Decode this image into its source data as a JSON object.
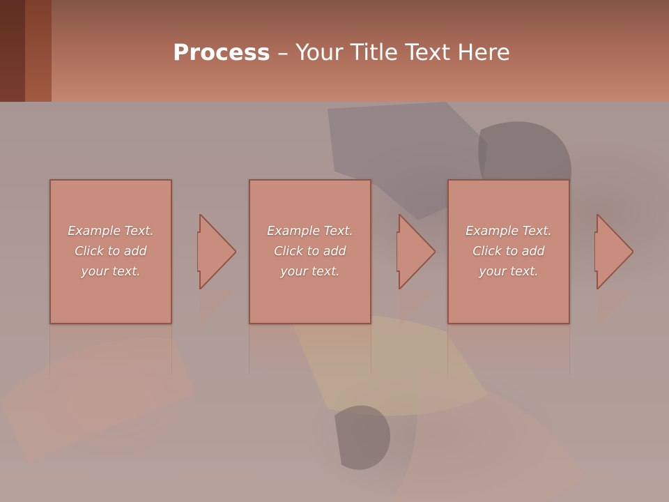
{
  "slide": {
    "title_bold": "Process",
    "title_rest": " – Your Title Text Here"
  },
  "steps": [
    {
      "line1": "Example Text.",
      "line2": "Click  to add",
      "line3": "your text."
    },
    {
      "line1": "Example Text.",
      "line2": "Click  to add",
      "line3": "your text."
    },
    {
      "line1": "Example Text.",
      "line2": "Click  to add",
      "line3": "your text."
    }
  ],
  "colors": {
    "header": "#b47662",
    "step_fill": "#c98d7d",
    "step_border": "#8f5648",
    "arrow_fill": "#c98d7d",
    "text": "#ffffff"
  },
  "background_photo": "wrestling-match-photo"
}
